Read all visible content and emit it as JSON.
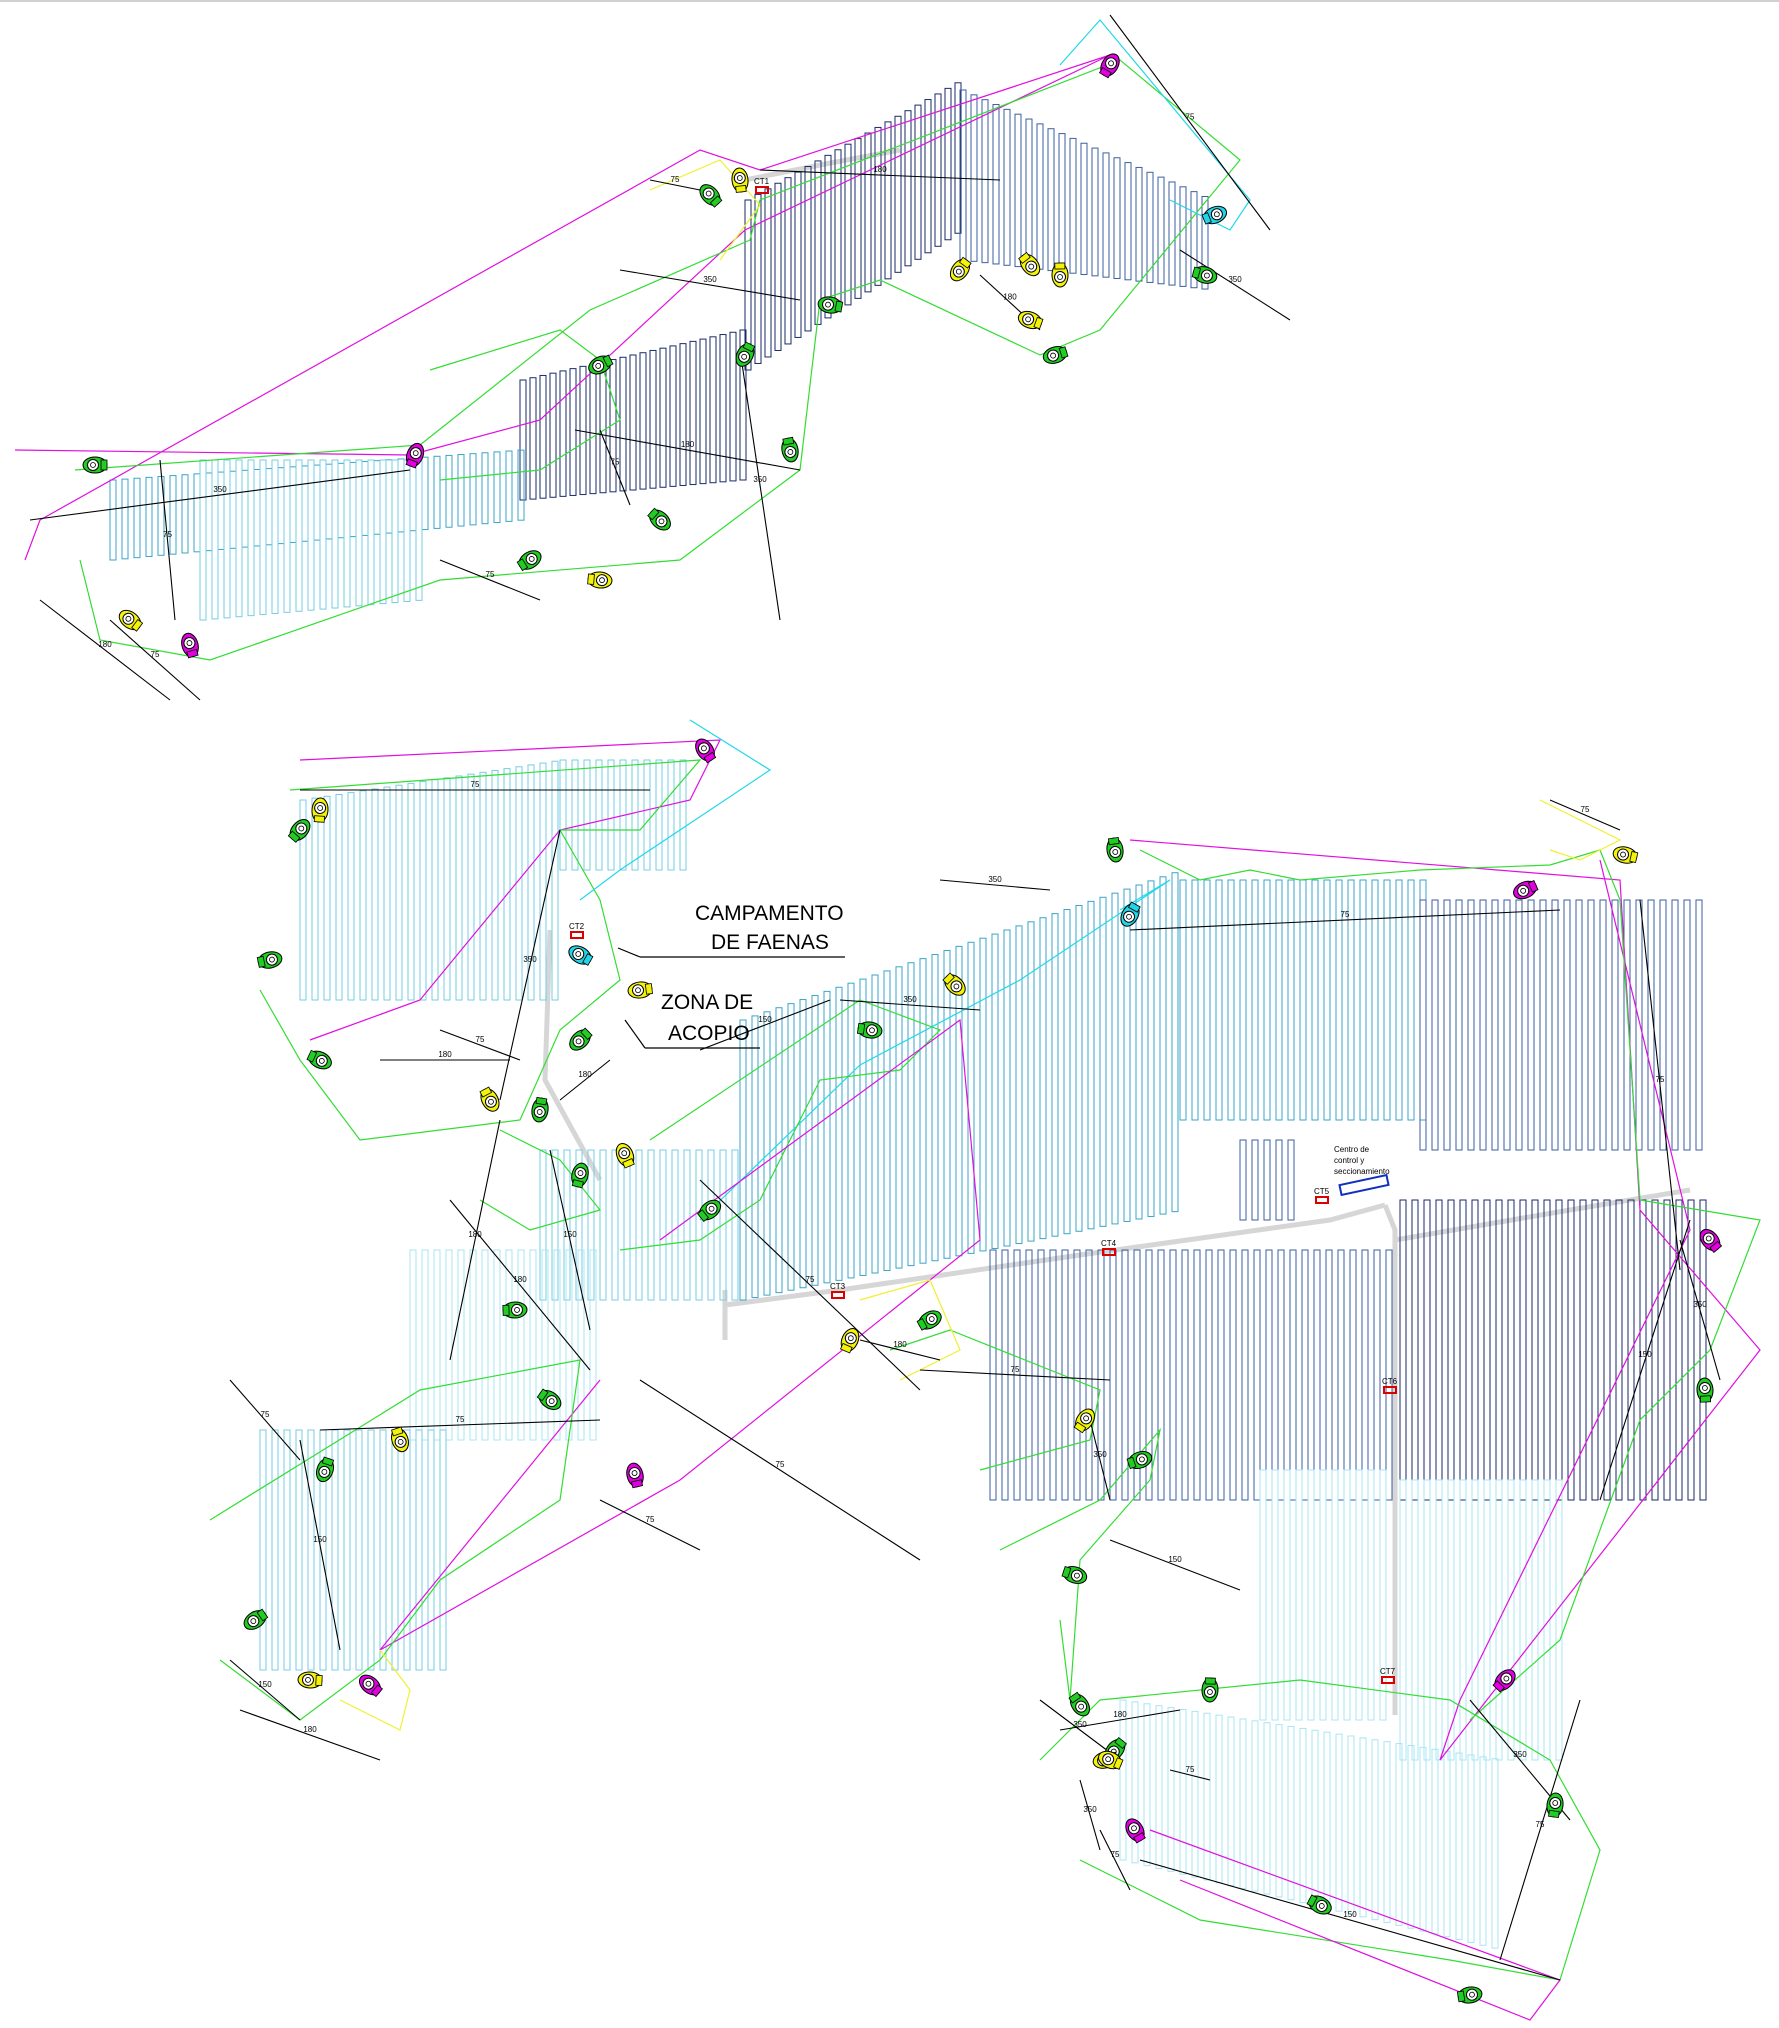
{
  "labels": {
    "campamento_line1": "CAMPAMENTO",
    "campamento_line2": "DE FAENAS",
    "acopio_line1": "ZONA DE",
    "acopio_line2": "ACOPIO",
    "control_line1": "Centro de",
    "control_line2": "control y",
    "control_line3": "seccionamiento"
  },
  "transformers": [
    "CT1",
    "CT2",
    "CT3",
    "CT4",
    "CT5",
    "CT6",
    "CT7"
  ],
  "dimension_values": [
    "350",
    "75",
    "180",
    "75",
    "75",
    "75",
    "350",
    "180",
    "180",
    "350",
    "180",
    "350",
    "75",
    "75",
    "75",
    "350",
    "180",
    "75",
    "180",
    "180",
    "150",
    "180",
    "75",
    "75",
    "150",
    "150",
    "180",
    "75",
    "75",
    "75",
    "350",
    "150",
    "180",
    "75",
    "350",
    "150",
    "75",
    "75",
    "75",
    "350",
    "350",
    "150",
    "180",
    "350",
    "75",
    "75",
    "150",
    "350",
    "350",
    "75"
  ],
  "camera_colors": {
    "green": "#22cc22",
    "yellow": "#f2f20a",
    "magenta": "#e000e0",
    "cyan": "#22d4e6"
  },
  "line_colors": {
    "green": "#33dd33",
    "yellow": "#f0f030",
    "magenta": "#e010e0",
    "cyan": "#20d8e8",
    "dimension": "#000000",
    "road": "#d6d6d6",
    "transformer": "#dd0000",
    "control": "#1030c0"
  },
  "panel_colors": [
    "#1a2a6a",
    "#3b5fa0",
    "#3aa4c8",
    "#76cce6",
    "#a8e4f4"
  ]
}
